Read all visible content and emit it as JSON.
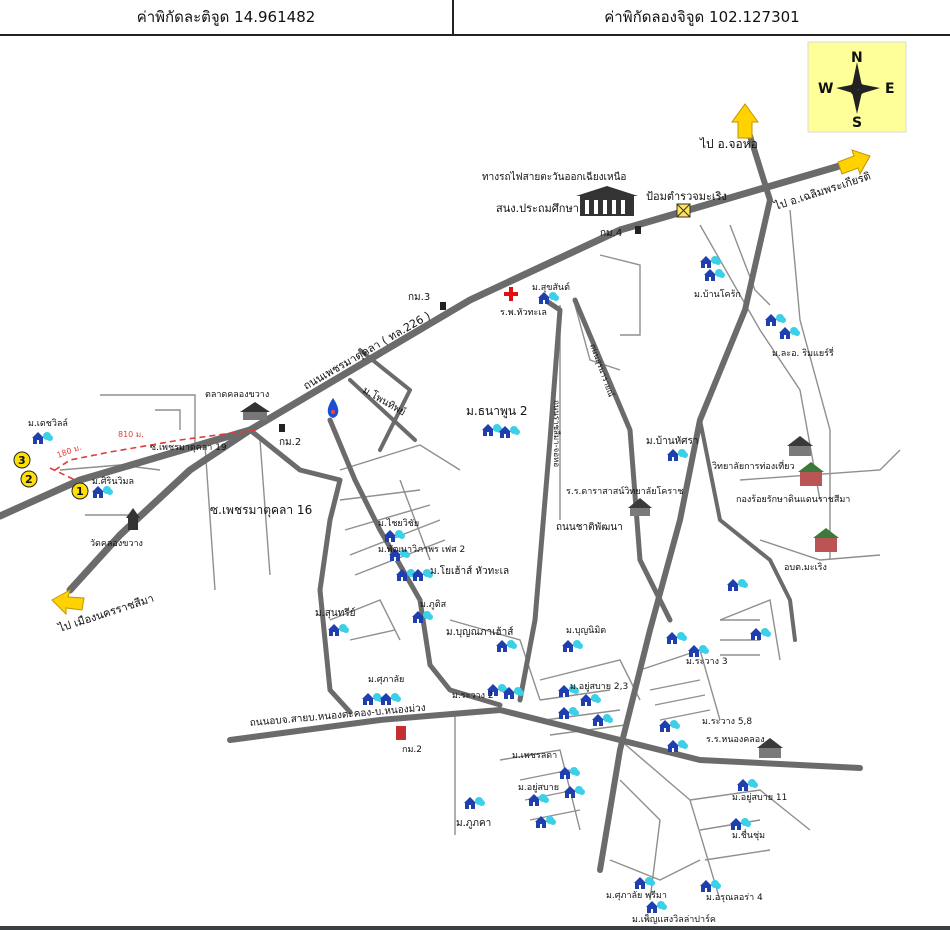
{
  "coordinates": {
    "latitude": "ค่าพิกัดละติจูด 14.961482",
    "longitude": "ค่าพิกัดลองจิจูด 102.127301"
  },
  "compass": {
    "n": "N",
    "s": "S",
    "e": "E",
    "w": "W",
    "background": "#ffff99"
  },
  "colors": {
    "road": "#6b6b6b",
    "minor_road": "#9a9a9a",
    "arrow": "#ffd200",
    "route": "#e23b3b",
    "house": "#1f3fae"
  },
  "labels": {
    "to_chokchai": "ไป อ.จอหอ",
    "to_chaloem": "ไป อ.เฉลิมพระเกียรติ",
    "to_korat": "ไป เมืองนครราชสีมา",
    "railway": "ทางรถไฟสายตะวันออกเฉียงเหนือ",
    "education_office": "สนง.ประถมศึกษา",
    "police_box": "ป้อมตำรวจมะเริง",
    "km4": "กม.4",
    "km3": "กม.3",
    "km2": "กม.2",
    "km2b": "กม.2",
    "main_road": "ถนนเพชรมาตุคลา ( ทล.226 )",
    "hospital": "ร.พ.หัวทะเล",
    "m_suksan": "ม.สุขสันต์",
    "market": "ตลาดคลองขวาง",
    "m_phonthip": "ม.โพนทิพย์",
    "m_thanaphun": "ม.ธนาพูน 2",
    "m_borthong": "ม.เดชวิลล์",
    "route_dist1": "810 ม.",
    "route_dist2": "180 ม.",
    "soi19": "ซ.เพชรมาตุคลา 19",
    "m_sirinwimon": "ม.ศิรินวิมล",
    "wat": "วัดคลองขวาง",
    "soi16": "ซ.เพชรมาตุคลา 16",
    "m_wichai": "ม.ไชยวิชัย",
    "m_phatthana": "ม.พัฒนาวิภาพร เฟส 2",
    "m_yoyo": "ม.โยเฮ้าส์ หัวทะเล",
    "m_sunrise": "ม.สุนทรีย์",
    "m_phichit": "ม.ภูติส",
    "m_bunyaphat": "ม.บุญณภาเฮ้าส์",
    "m_bunnimit": "ม.บุญนิมิต",
    "m_suksabai23": "ม.อยู่สบาย 2,3",
    "m_kaewsai": "ม.ศุภาลัย",
    "rawang2": "ม.ระวาง 2",
    "road_nongpai": "ถนนอบจ.สายบ.หนองตะคอง-บ.หนองม่วง",
    "m_phetlada": "ม.เพชรลดา",
    "m_yusabai": "ม.อยู่สบาย",
    "m_phukha": "ม.ภูภคา",
    "m_bankhonsok": "ม.บ้านโคร้ก",
    "m_lamsai": "ม.ละอ. ริมแยร์รี่",
    "road_vertical1": "ถนนราชสีมา-จอหอ",
    "road_vertical2": "ถนนสุรนารายณ์",
    "m_bankhunsri": "ม.บ้านหัศรา",
    "school_kraso": "ร.ร.ดาราสาสน์วิทยาลัยโคราช",
    "road_chatipattana": "ถนนชาติพัฒนา",
    "college": "วิทยาลัยการท่องเที่ยว",
    "army": "กองร้อยรักษาดินแดนราชสีมา",
    "ubt": "อบต.มะเริง",
    "m_rawang3": "ม.ระวาง 3",
    "m_rawang58": "ม.ระวาง 5,8",
    "school_nongkhong": "ร.ร.หนองคลอง",
    "m_yusabai11": "ม.อยู่สบาย 11",
    "m_chuchuen": "ม.ชื่นชุ่ม",
    "m_suksabai_prem": "ม.ศุภาลัย พรีมา",
    "m_arun4": "ม.อรุณลอร่า 4",
    "m_naisarn": "ม.เพ็ญแสงวิลล่าปาร์ค",
    "num1": "1",
    "num2": "2",
    "num3": "3"
  }
}
